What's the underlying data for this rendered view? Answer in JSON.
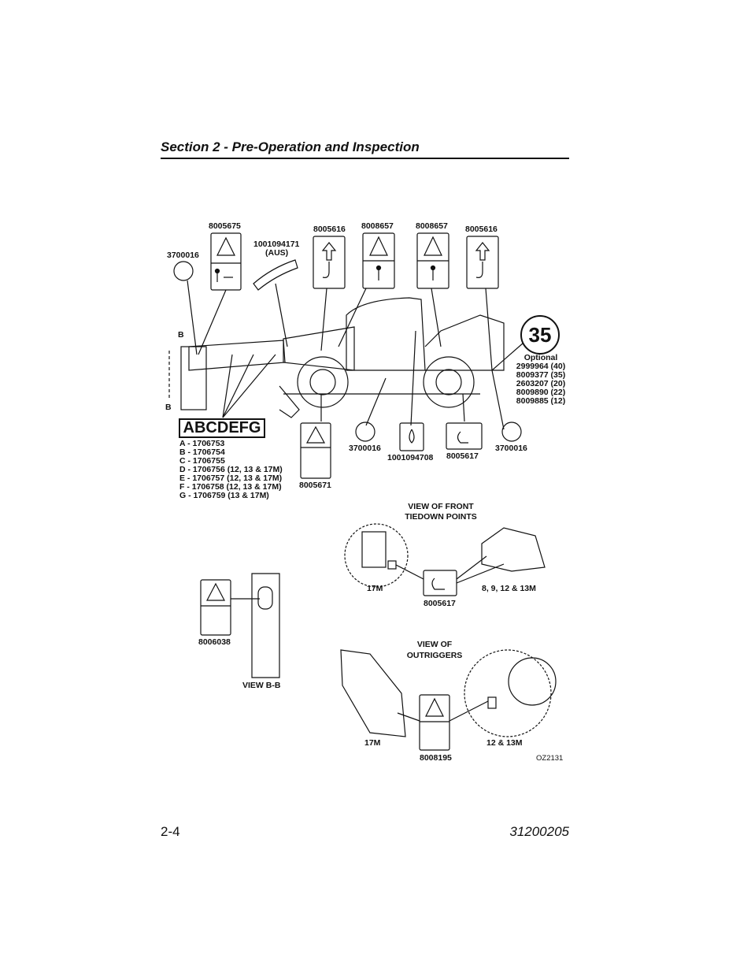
{
  "header": {
    "section_title": "Section 2 - Pre-Operation and Inspection"
  },
  "figure": {
    "top_labels": {
      "l_8005675": "8005675",
      "l_3700016_top": "3700016",
      "l_1001094171": "1001094171",
      "l_aus": "(AUS)",
      "l_8005616_a": "8005616",
      "l_8008657_a": "8008657",
      "l_8008657_b": "8008657",
      "l_8005616_b": "8005616"
    },
    "section_marks": {
      "b_top": "B",
      "b_bottom": "B"
    },
    "circle_35": "35",
    "optional_list": [
      "Optional",
      "2999964 (40)",
      "8009377 (35)",
      "2603207 (20)",
      "8009890 (22)",
      "8009885 (12)"
    ],
    "abc_label": "ABCDEFG",
    "abc_list": [
      "A - 1706753",
      "B - 1706754",
      "C - 1706755",
      "D - 1706756 (12, 13 & 17M)",
      "E - 1706757 (12, 13 & 17M)",
      "F - 1706758 (12, 13 & 17M)",
      "G - 1706759 (13 & 17M)"
    ],
    "bottom_labels": {
      "l_8005671": "8005671",
      "l_3700016_mid": "3700016",
      "l_1001094708": "1001094708",
      "l_8005617": "8005617",
      "l_3700016_right": "3700016"
    },
    "front_tiedown": {
      "title_1": "VIEW OF FRONT",
      "title_2": "TIEDOWN POINTS",
      "left_label": "17M",
      "right_label": "8, 9, 12 & 13M",
      "decal": "8005617"
    },
    "view_bb": {
      "decal": "8006038",
      "caption": "VIEW B-B"
    },
    "outriggers": {
      "title_1": "VIEW OF",
      "title_2": "OUTRIGGERS",
      "left_label": "17M",
      "right_label": "12 & 13M",
      "decal": "8008195"
    },
    "figure_id": "OZ2131"
  },
  "footer": {
    "page_number": "2-4",
    "doc_number": "31200205"
  }
}
